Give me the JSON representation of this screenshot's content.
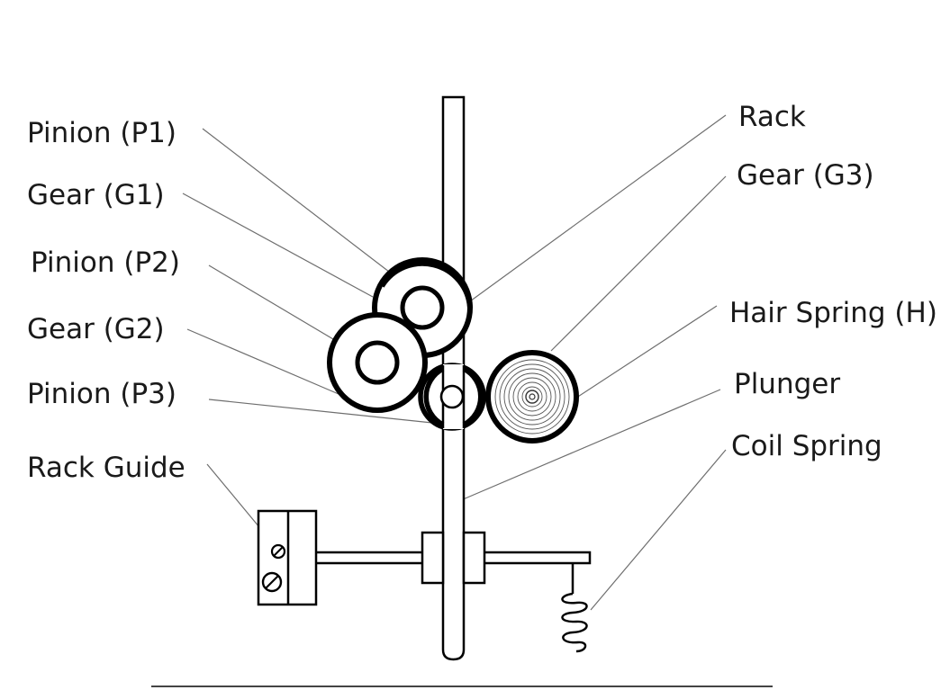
{
  "labels": {
    "pinion_p1": "Pinion (P1)",
    "gear_g1": "Gear (G1)",
    "pinion_p2": "Pinion (P2)",
    "gear_g2": "Gear (G2)",
    "pinion_p3": "Pinion (P3)",
    "rack_guide": "Rack Guide",
    "rack": "Rack",
    "gear_g3": "Gear (G3)",
    "hair_spring": "Hair Spring (H)",
    "plunger": "Plunger",
    "coil_spring": "Coil Spring"
  },
  "colors": {
    "ink": "#000000",
    "leader": "#6e6e6e",
    "background": "#ffffff"
  }
}
